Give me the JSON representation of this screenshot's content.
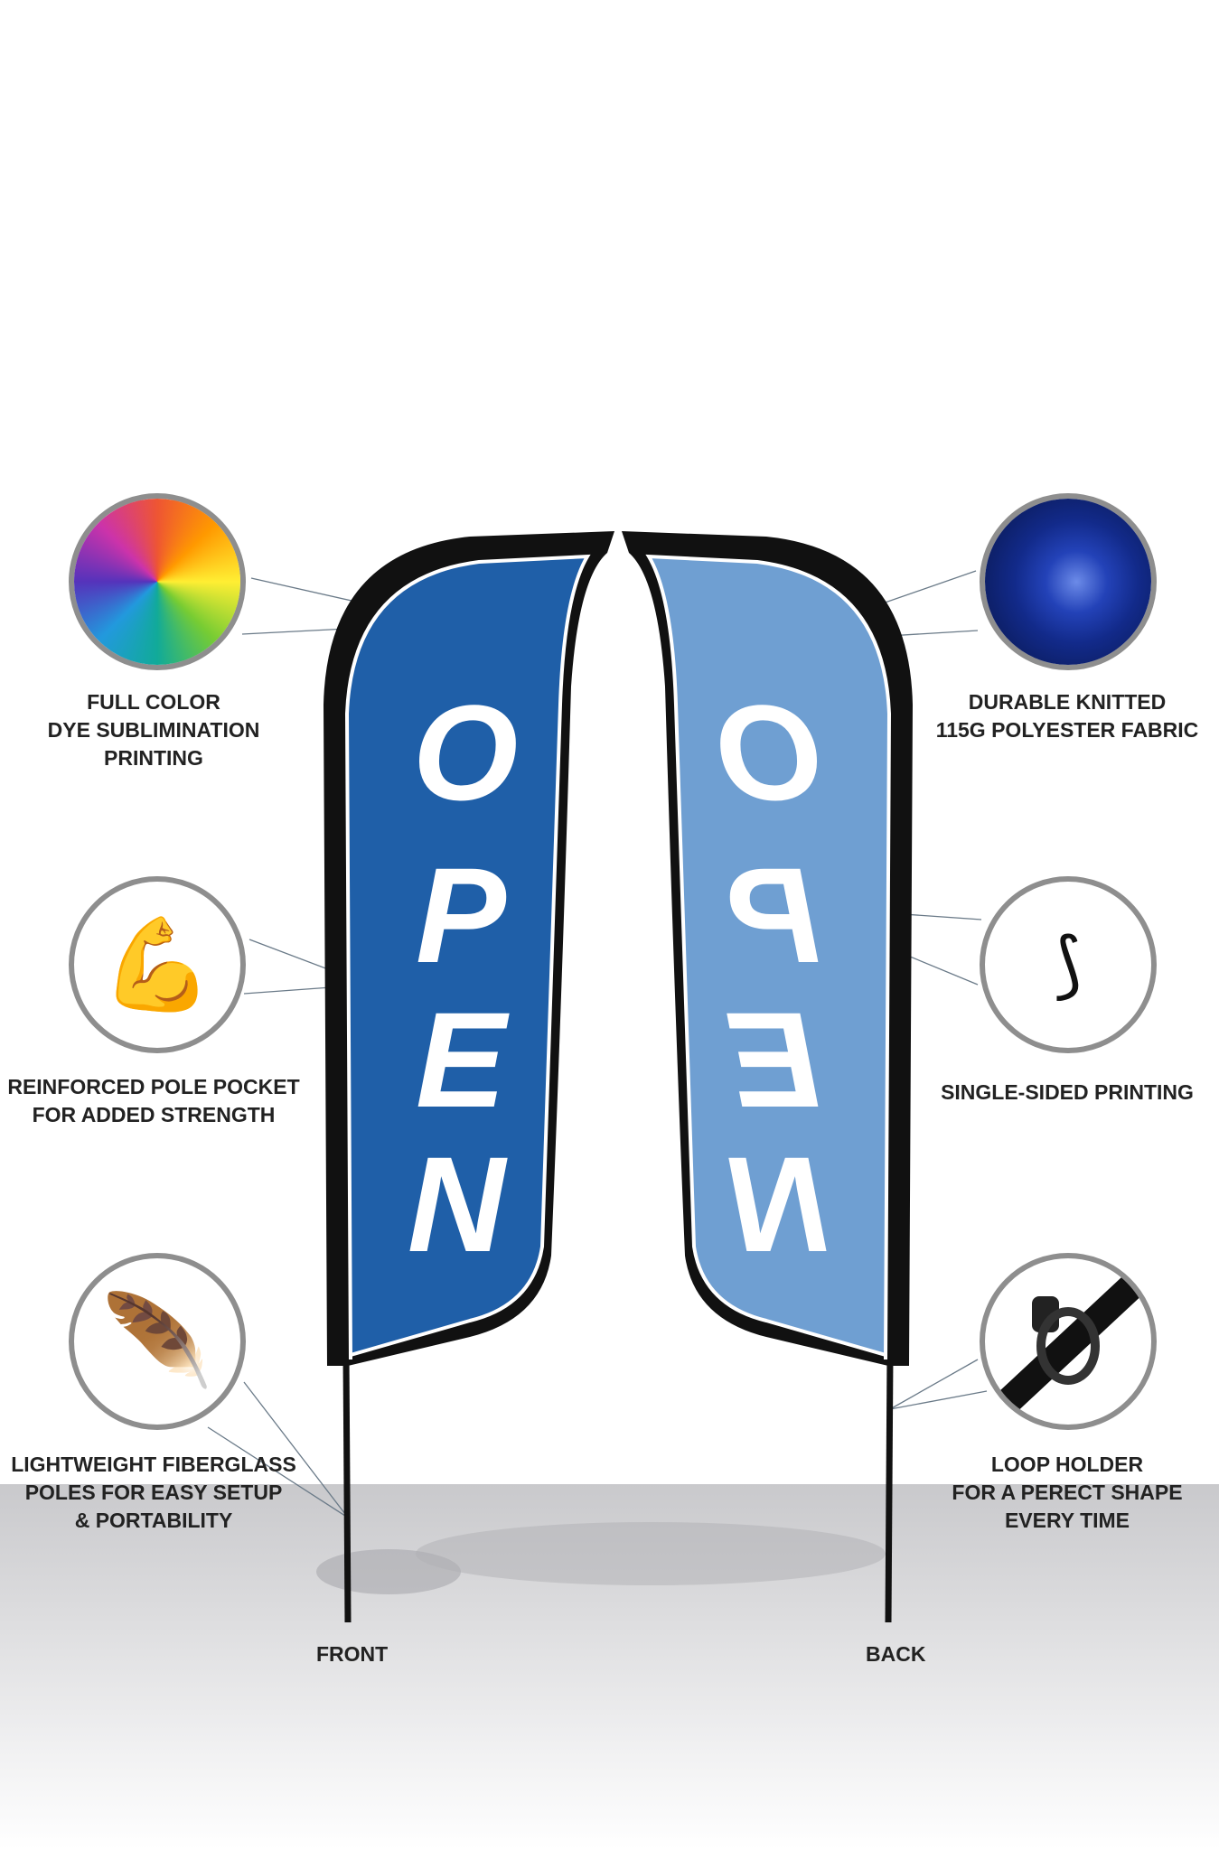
{
  "flag_text": [
    "O",
    "P",
    "E",
    "N"
  ],
  "colors": {
    "front_blue": "#1f5fa8",
    "back_blue": "#6f9fd2",
    "pocket": "#111111"
  },
  "features_left": [
    {
      "icon": "color-wheel-icon",
      "lines": [
        "FULL COLOR",
        "DYE SUBLIMINATION",
        "PRINTING"
      ]
    },
    {
      "icon": "muscle-arm-icon",
      "lines": [
        "REINFORCED POLE POCKET",
        "FOR ADDED STRENGTH"
      ]
    },
    {
      "icon": "feather-icon",
      "lines": [
        "LIGHTWEIGHT FIBERGLASS",
        "POLES FOR EASY SETUP",
        "& PORTABILITY"
      ]
    }
  ],
  "features_right": [
    {
      "icon": "fabric-swirl-icon",
      "lines": [
        "DURABLE KNITTED",
        "115G POLYESTER FABRIC"
      ]
    },
    {
      "icon": "single-sided-print-icon",
      "lines": [
        "SINGLE-SIDED PRINTING"
      ]
    },
    {
      "icon": "loop-holder-icon",
      "lines": [
        "LOOP HOLDER",
        "FOR A PERECT SHAPE",
        "EVERY TIME"
      ]
    }
  ],
  "side_labels": {
    "front": "FRONT",
    "back": "BACK"
  }
}
